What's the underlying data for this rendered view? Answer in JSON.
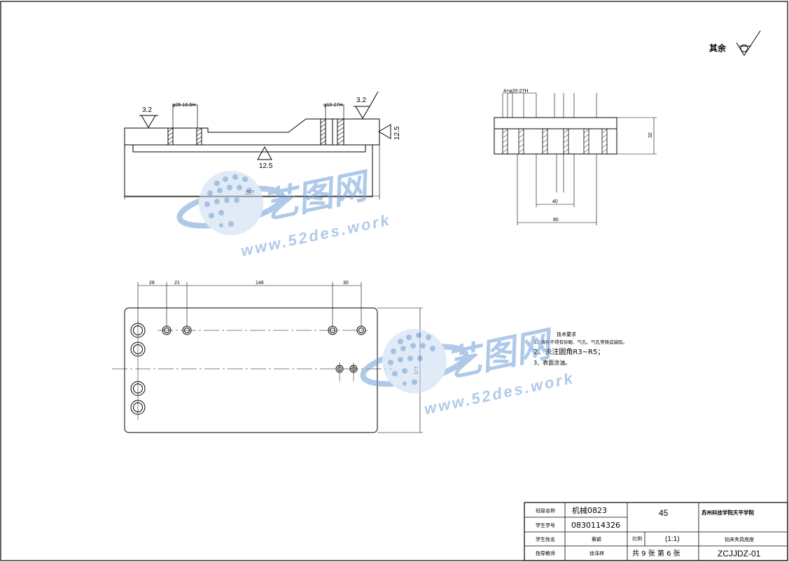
{
  "roughness_note": {
    "label": "其余"
  },
  "front_view": {
    "roughness_left": "3.2",
    "roughness_right": "3.2",
    "roughness_side": "12.5",
    "roughness_bottom": "12.5",
    "hole_left_dim": "φ25-16.5H",
    "hole_right_dim": "φ10-27H",
    "length_dim": "257"
  },
  "side_view": {
    "hole_dim": "4×φ20-27H",
    "height_dim": "32",
    "spacing_dim": "40",
    "width_dim": "80"
  },
  "plan_view": {
    "dims": [
      "28",
      "21",
      "148",
      "30"
    ],
    "height_dim": "177"
  },
  "tech_req": {
    "title": "技术要求",
    "items": [
      "1、铸件不得有砂眼、气孔、气孔等铸造缺陷。",
      "2、未注圆角R3~R5；",
      "3、表面涂油。"
    ]
  },
  "watermark": {
    "brand": "艺图网",
    "url": "www.52des.work"
  },
  "title_block": {
    "r1_label": "班级名称",
    "r1_value": "机械0823",
    "r2_label": "学生学号",
    "r2_value": "0830114326",
    "r3_label": "学生姓名",
    "r3_value": "蔡颖",
    "r4_label": "指导教师",
    "r4_value": "徐泽林",
    "material": "45",
    "school": "苏州科技学院天平学院",
    "scale_label": "比例",
    "scale_value": "(1:1)",
    "part_name": "钻床夹具底座",
    "sheets": "共 9 张 第 6 张",
    "drawing_no": "ZCJJDZ-01"
  }
}
